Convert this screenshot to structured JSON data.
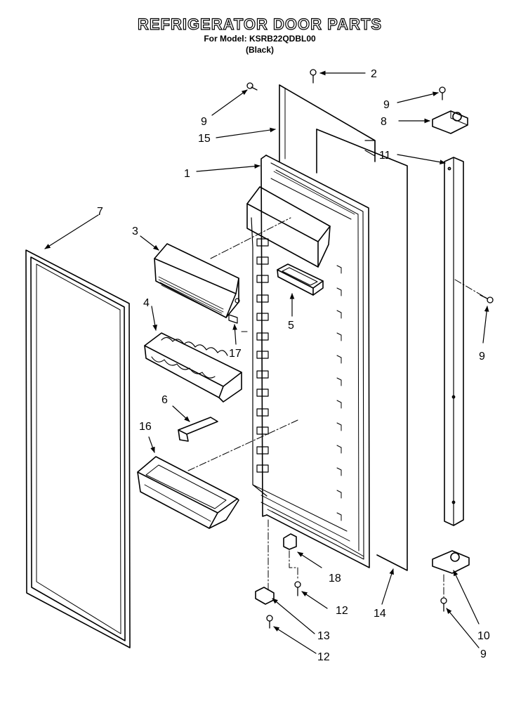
{
  "header": {
    "title": "REFRIGERATOR DOOR PARTS",
    "model_line": "For Model: KSRB22QDBL00",
    "variant": "(Black)"
  },
  "callouts": {
    "c1": "1",
    "c2": "2",
    "c3": "3",
    "c4": "4",
    "c5": "5",
    "c6": "6",
    "c7": "7",
    "c8": "8",
    "c9a": "9",
    "c9b": "9",
    "c9c": "9",
    "c9d": "9",
    "c10": "10",
    "c11": "11",
    "c12a": "12",
    "c12b": "12",
    "c13": "13",
    "c14": "14",
    "c15": "15",
    "c16": "16",
    "c17": "17",
    "c18": "18"
  },
  "colors": {
    "line": "#000000",
    "background": "#ffffff"
  }
}
